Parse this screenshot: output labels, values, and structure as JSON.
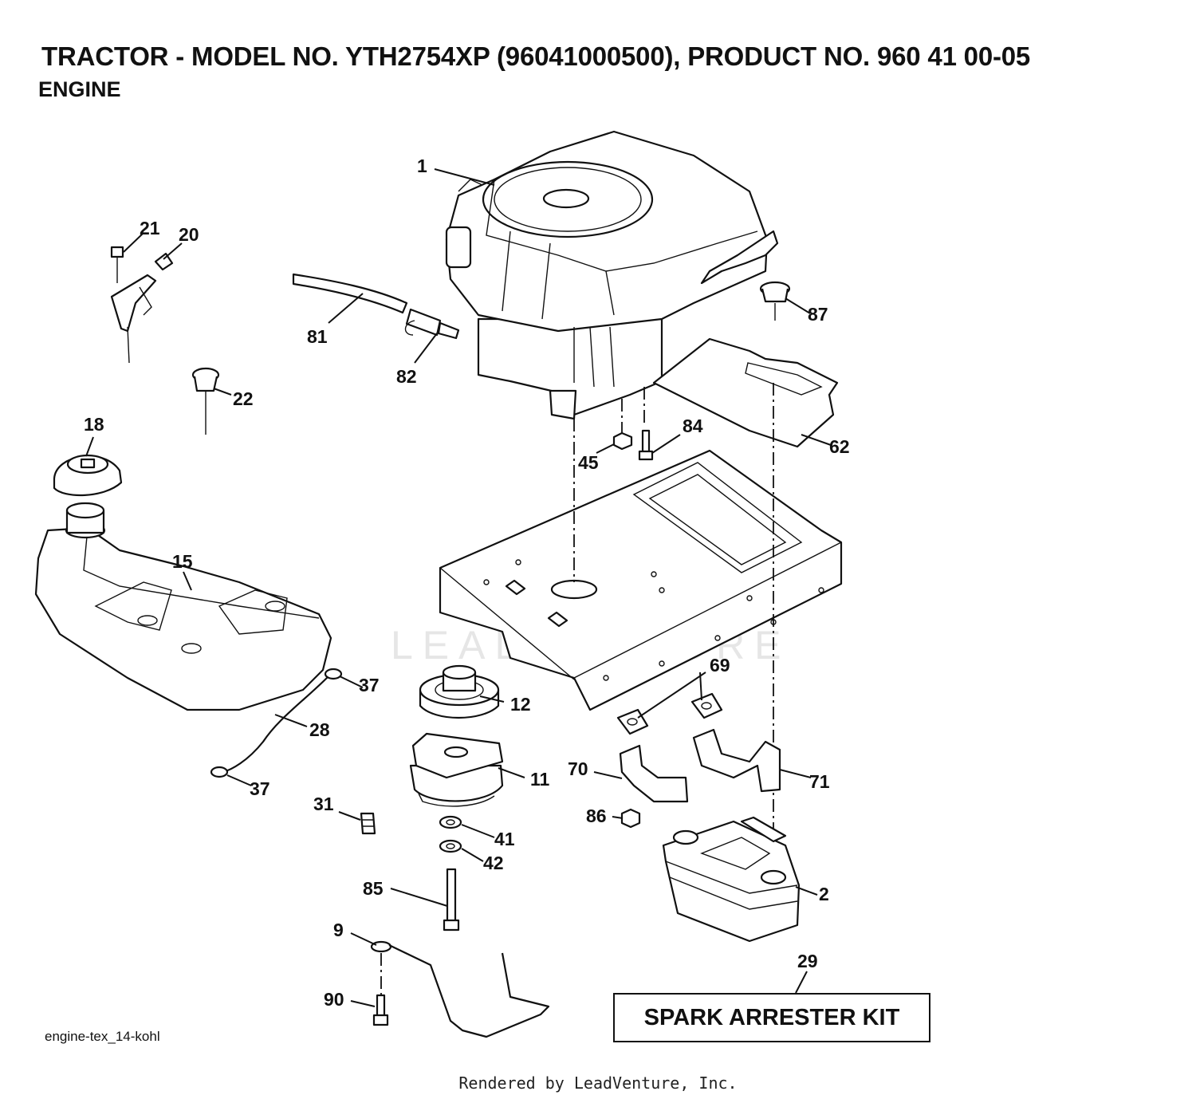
{
  "header": {
    "title": "TRACTOR - MODEL NO. YTH2754XP (96041000500), PRODUCT NO. 960 41 00-05",
    "subtitle": "ENGINE"
  },
  "kit_box": {
    "label": "SPARK ARRESTER KIT",
    "callout": "29"
  },
  "watermark": "LEADVENTURE",
  "file_reference": "engine-tex_14-kohl",
  "footer": "Rendered by LeadVenture, Inc.",
  "callouts": {
    "c1": "1",
    "c2": "2",
    "c9": "9",
    "c11": "11",
    "c12": "12",
    "c15": "15",
    "c18": "18",
    "c20": "20",
    "c21": "21",
    "c22": "22",
    "c28": "28",
    "c31": "31",
    "c37a": "37",
    "c37b": "37",
    "c41": "41",
    "c42": "42",
    "c45": "45",
    "c62": "62",
    "c69": "69",
    "c70": "70",
    "c71": "71",
    "c81": "81",
    "c82": "82",
    "c84": "84",
    "c85": "85",
    "c86": "86",
    "c87": "87",
    "c90": "90"
  }
}
